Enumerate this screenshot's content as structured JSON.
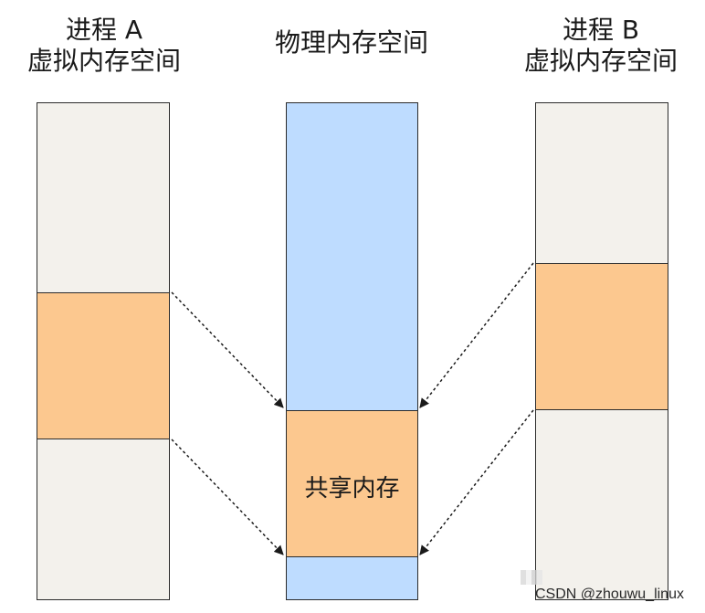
{
  "labels": {
    "process_a_line1": "进程 A",
    "process_a_line2": "虚拟内存空间",
    "physical": "物理内存空间",
    "process_b_line1": "进程 B",
    "process_b_line2": "虚拟内存空间",
    "shared": "共享内存"
  },
  "colors": {
    "virtual_bg": "#f3f1ec",
    "physical_bg": "#bedcff",
    "shared_bg": "#fcc88f",
    "border": "#2b2b2b"
  },
  "watermark": "CSDN @zhouwu_linux"
}
